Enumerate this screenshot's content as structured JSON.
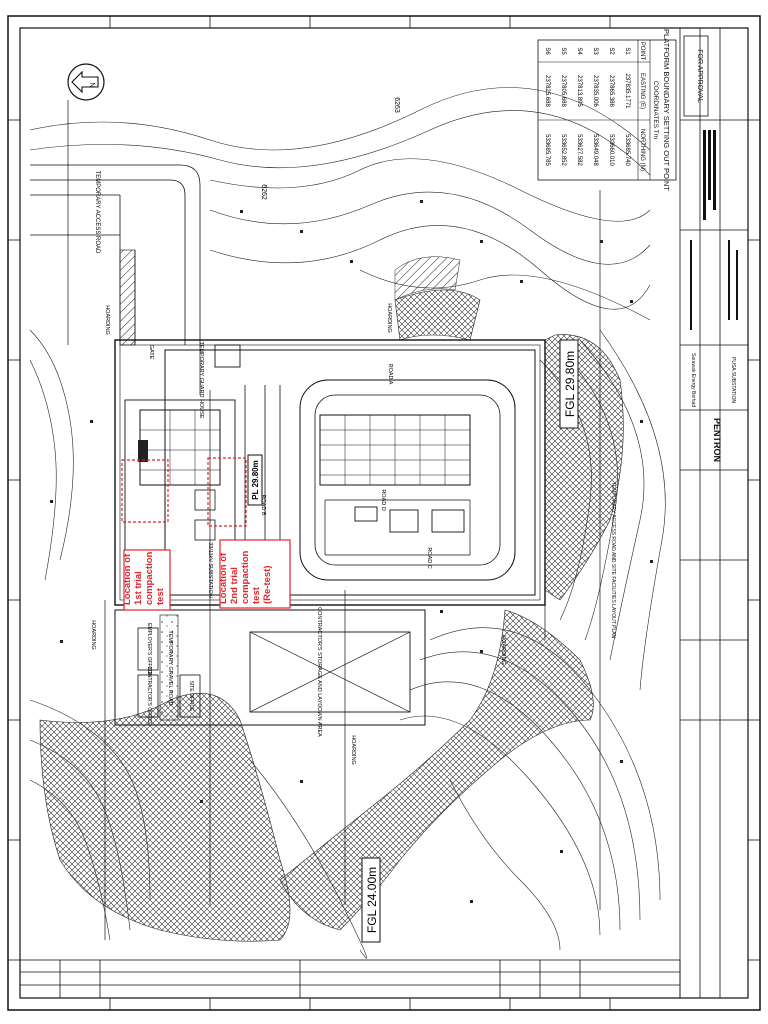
{
  "drawing": {
    "title_block_title": "TEMPORARY ACCESS ROAD AND SITE FACILITIES LAYOUT PLAN",
    "approval_stamp": "FOR APPROVAL",
    "company_logo_text": "PENTRON",
    "client": "Sarawak Energy Berhad",
    "project": "PUSA SUBSTATION"
  },
  "setting_out_table": {
    "title": "PLATFORM BOUNDARY SETTING OUT POINT",
    "subtitle": "COORDINATES Tm",
    "headers": [
      "POINT",
      "EASTING (E)",
      "NORTHING (N)"
    ],
    "rows": [
      [
        "S1",
        "237835.1771",
        "533685.740"
      ],
      [
        "S2",
        "237865.386",
        "533660.010"
      ],
      [
        "S3",
        "237835.006",
        "533649.048"
      ],
      [
        "S4",
        "237813.895",
        "533627.582"
      ],
      [
        "S5",
        "237805.688",
        "533652.852"
      ],
      [
        "S6",
        "237825.688",
        "533685.785"
      ]
    ]
  },
  "labels": {
    "north_arrow": "N",
    "fgl_upper": "FGL 29.80m",
    "fgl_lower": "FGL 24.00m",
    "pl_label": "PL 29.80m",
    "road_a": "ROAD A",
    "road_b": "ROAD B",
    "road_c": "ROAD C",
    "road_d": "ROAD D",
    "temporary_access_road": "TEMPORARY ACCESS ROAD",
    "temporary_gravel_road": "TEMPORARY GRAVEL ROAD",
    "guard_house": "TEMPORARY GUARD HOUSE",
    "contractor_office": "CONTRACTOR'S OFFICE",
    "employer_office": "EMPLOYER'S OFFICE",
    "site_office": "SITE OFFICE",
    "storage_yard": "CONTRACTOR'S STORAGE AND LAYDOWN AREA",
    "existing_substation": "33/11kV SUBSTATION",
    "hoarding": "HOARDING",
    "contour_6262": "6262",
    "contour_6263": "6263",
    "gate": "GATE"
  },
  "annotations": {
    "first_test": "Location of 1st trial compaction test",
    "second_test": "Location of 2nd trial compaction test (Re-test)"
  },
  "colors": {
    "line": "#1a1a1a",
    "annotation_red": "#e0262a",
    "paper": "#ffffff"
  }
}
